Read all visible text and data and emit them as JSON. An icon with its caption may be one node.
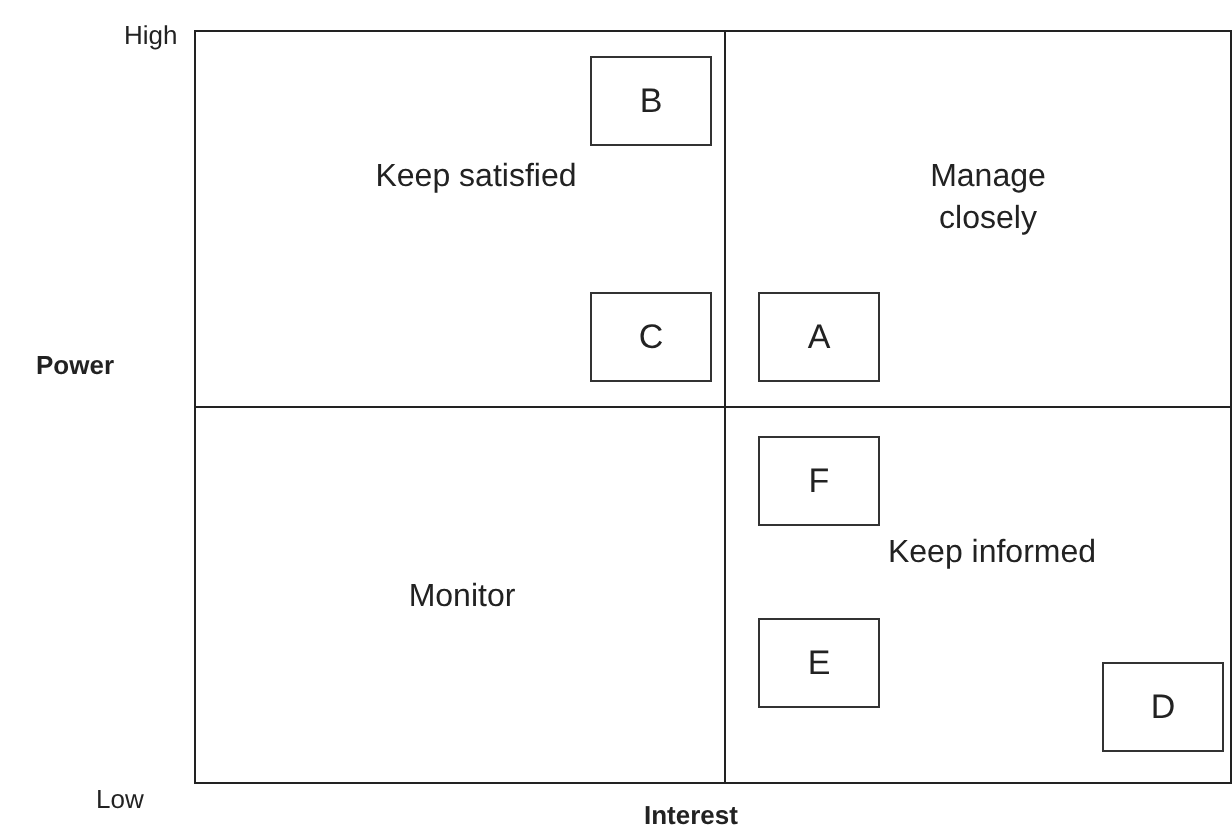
{
  "diagram": {
    "nodes": [
      {
        "text": [
          "Keep satisfied"
        ]
      },
      {
        "text": [
          "B"
        ],
        "in": 0
      },
      {
        "text": [
          "C"
        ],
        "in": 0
      },
      {
        "text": [
          "Manage closely"
        ]
      },
      {
        "text": [
          "A"
        ],
        "in": 3
      },
      {
        "text": [
          "Monitor"
        ]
      },
      {
        "text": [
          "Keep informed"
        ]
      },
      {
        "text": [
          "F"
        ],
        "in": 6
      },
      {
        "text": [
          "E"
        ],
        "in": 6
      },
      {
        "text": [
          "D"
        ],
        "in": 6
      }
    ],
    "labels": [
      "High",
      "Power",
      "Low",
      "Interest"
    ]
  }
}
